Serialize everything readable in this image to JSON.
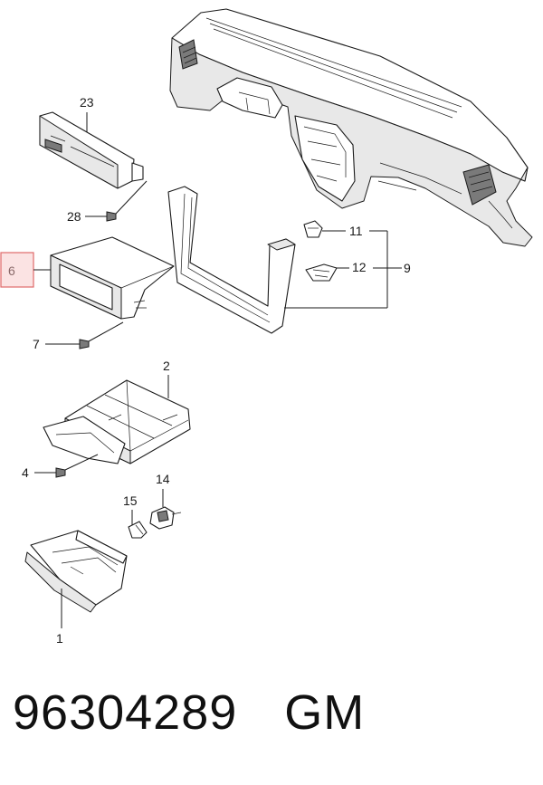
{
  "callouts": {
    "c23": "23",
    "c28": "28",
    "c6": "6",
    "c7": "7",
    "c11": "11",
    "c12": "12",
    "c9": "9",
    "c2": "2",
    "c4": "4",
    "c14": "14",
    "c15": "15",
    "c1": "1"
  },
  "highlight": {
    "callout": "6",
    "border_color": "#e06a6a",
    "fill_color": "#fbe3e3"
  },
  "footer": {
    "part_number": "96304289",
    "brand": "GM"
  }
}
